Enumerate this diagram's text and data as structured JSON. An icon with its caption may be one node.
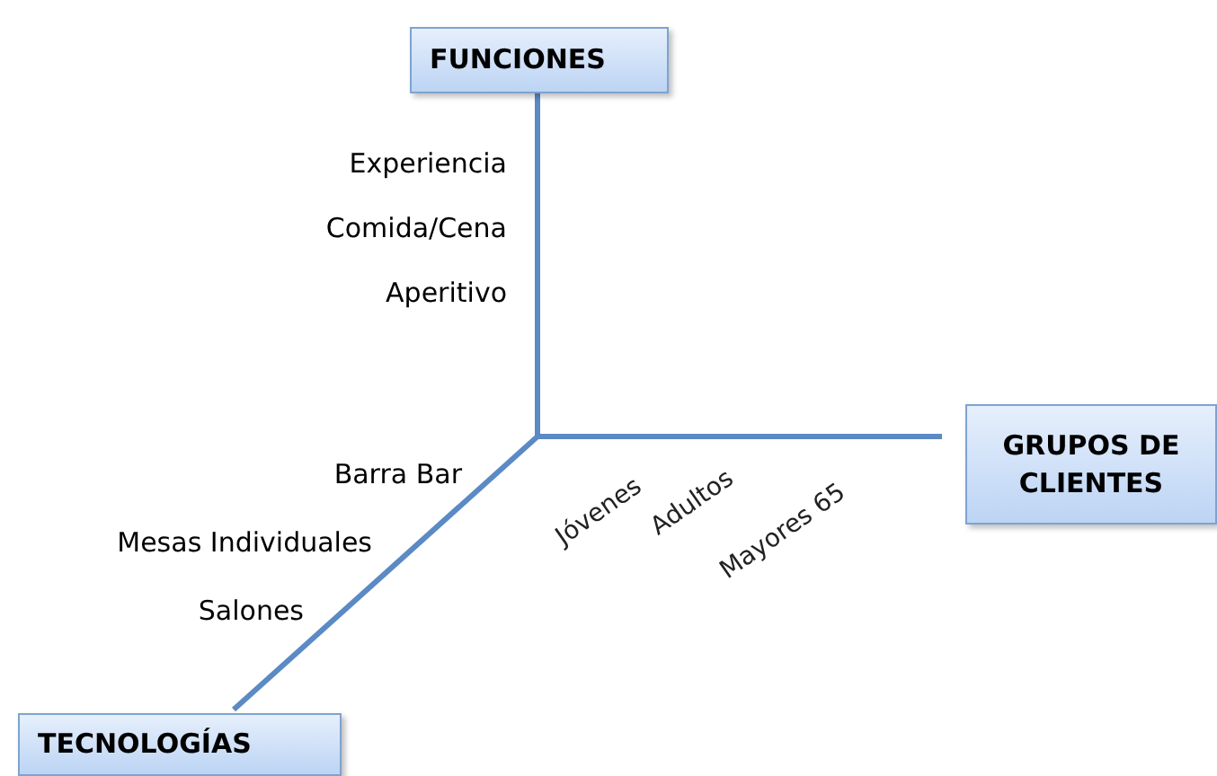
{
  "diagram": {
    "nodes": [
      {
        "text": [
          "FUNCIONES"
        ]
      },
      {
        "text": [
          "GRUPOS DE CLIENTES"
        ]
      },
      {
        "text": [
          "TECNOLOGÍAS"
        ]
      }
    ],
    "edges": [
      {
        "from": null,
        "to": 0,
        "arrow": "none"
      },
      {
        "from": null,
        "to": 1,
        "arrow": "none"
      },
      {
        "from": null,
        "to": 2,
        "arrow": "none"
      }
    ],
    "labels": [
      "Experiencia",
      "Comida/Cena",
      "Aperitivo",
      "Barra Bar",
      "Mesas Individuales",
      "Salones",
      "Jóvenes",
      "Adultos",
      "Mayores 65"
    ]
  }
}
